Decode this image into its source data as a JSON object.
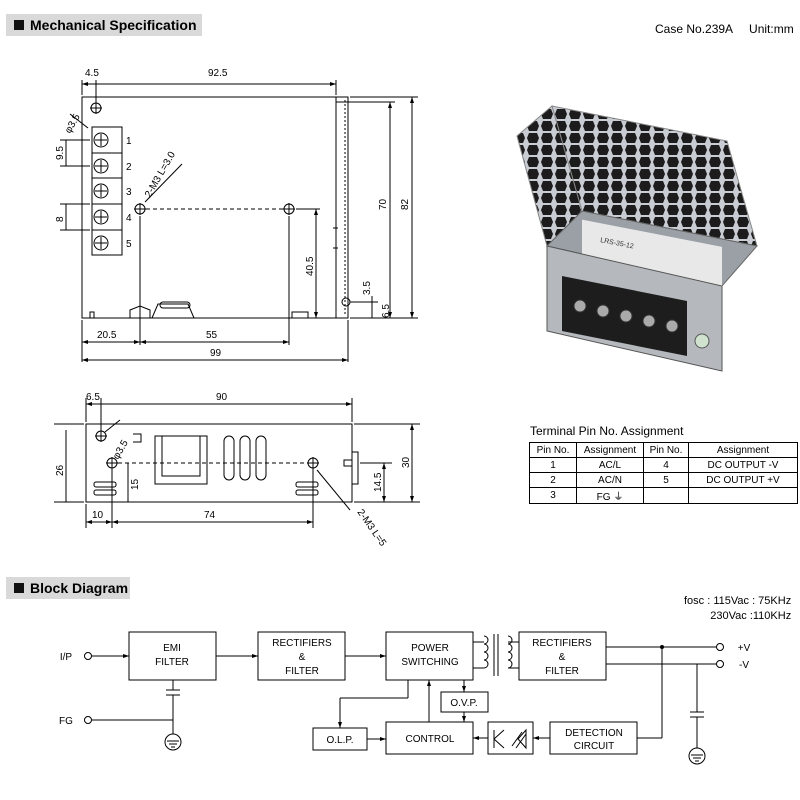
{
  "mech": {
    "title": "Mechanical Specification",
    "case_no": "Case No.239A",
    "unit": "Unit:mm"
  },
  "block": {
    "title": "Block Diagram",
    "fosc_line1": "fosc : 115Vac : 75KHz",
    "fosc_line2": "230Vac :110KHz",
    "labels": {
      "ip": "I/P",
      "fg": "FG",
      "emi_1": "EMI",
      "emi_2": "FILTER",
      "rect1_1": "RECTIFIERS",
      "rect1_2": "&",
      "rect1_3": "FILTER",
      "power_1": "POWER",
      "power_2": "SWITCHING",
      "rect2_1": "RECTIFIERS",
      "rect2_2": "&",
      "rect2_3": "FILTER",
      "ovp": "O.V.P.",
      "olp": "O.L.P.",
      "control": "CONTROL",
      "detect_1": "DETECTION",
      "detect_2": "CIRCUIT",
      "vplus": "+V",
      "vminus": "-V"
    }
  },
  "top_view": {
    "dims": {
      "d4_5": "4.5",
      "d92_5": "92.5",
      "hole": "φ3.5",
      "d9_5": "9.5",
      "d8": "8",
      "screw": "2-M3 L=3.0",
      "d70": "70",
      "d82": "82",
      "d40_5": "40.5",
      "d3_5": "3.5",
      "d6_5": "6.5",
      "d20_5": "20.5",
      "d55": "55",
      "d99": "99"
    },
    "terminal_numbers": [
      "1",
      "2",
      "3",
      "4",
      "5"
    ]
  },
  "side_view": {
    "dims": {
      "d6_5": "6.5",
      "d90": "90",
      "hole": "φ3.5",
      "d26": "26",
      "d15": "15",
      "d30": "30",
      "d14_5": "14.5",
      "d10": "10",
      "d74": "74",
      "screw": "2-M3 L=5"
    }
  },
  "terminal_table": {
    "title": "Terminal Pin No.  Assignment",
    "headers": [
      "Pin No.",
      "Assignment",
      "Pin No.",
      "Assignment"
    ],
    "rows": [
      [
        "1",
        "AC/L",
        "4",
        "DC OUTPUT -V"
      ],
      [
        "2",
        "AC/N",
        "5",
        "DC OUTPUT +V"
      ],
      [
        "3",
        "FG ⏚",
        "",
        ""
      ]
    ]
  },
  "photo": {
    "model_label": "LRS-35-12"
  }
}
